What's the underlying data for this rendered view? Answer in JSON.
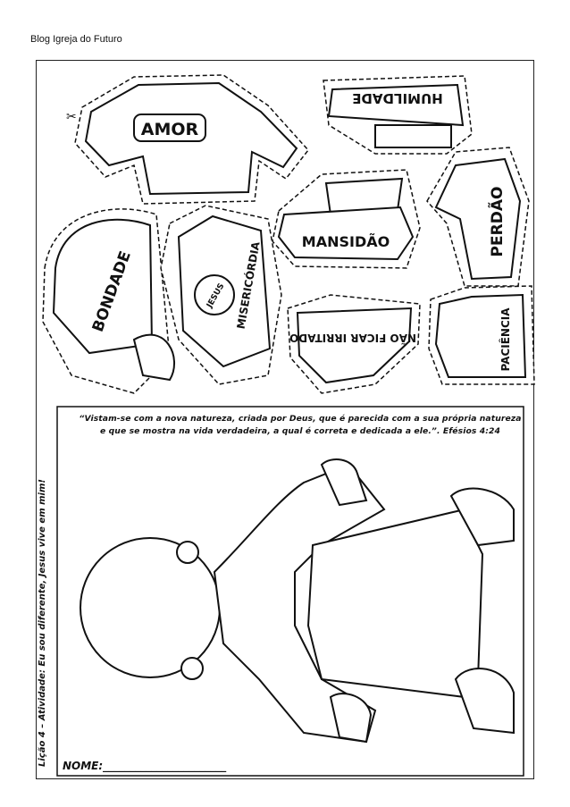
{
  "header": {
    "blog_name": "Blog Igreja do Futuro"
  },
  "cutouts": {
    "shirt": "AMOR",
    "bag": "HUMILDADE",
    "sock_left": "MANSIDÃO",
    "sock_right": "PERDÃO",
    "cap": "BONDADE",
    "tshirt": "MISERICÓRDIA",
    "tshirt_badge": "JESUS",
    "shoe": "NÃO FICAR IRRITADO",
    "vest": "PACIÊNCIA"
  },
  "activity": {
    "quote": "“Vistam-se com a nova natureza, criada por Deus, que é parecida com a sua própria natureza e que se mostra na vida verdadeira, a qual é correta e dedicada a ele.”. Efésios 4:24",
    "side_label": "Lição 4 – Atividade: Eu sou diferente, Jesus vive em mim!",
    "name_label": "NOME:_______________________"
  }
}
